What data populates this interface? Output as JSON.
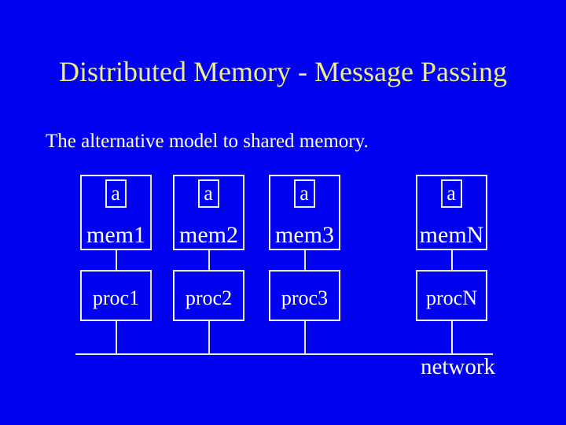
{
  "slide": {
    "title": "Distributed Memory - Message Passing",
    "subtitle": "The alternative model to shared memory.",
    "network_label": "network",
    "columns": [
      {
        "var": "a",
        "mem": "mem1",
        "proc": "proc1"
      },
      {
        "var": "a",
        "mem": "mem2",
        "proc": "proc2"
      },
      {
        "var": "a",
        "mem": "mem3",
        "proc": "proc3"
      },
      {
        "var": "a",
        "mem": "memN",
        "proc": "procN"
      }
    ]
  },
  "colors": {
    "background": "#0202f2",
    "title_text": "#ecec8a",
    "body_text": "#ffffff",
    "line": "#efeee3"
  }
}
